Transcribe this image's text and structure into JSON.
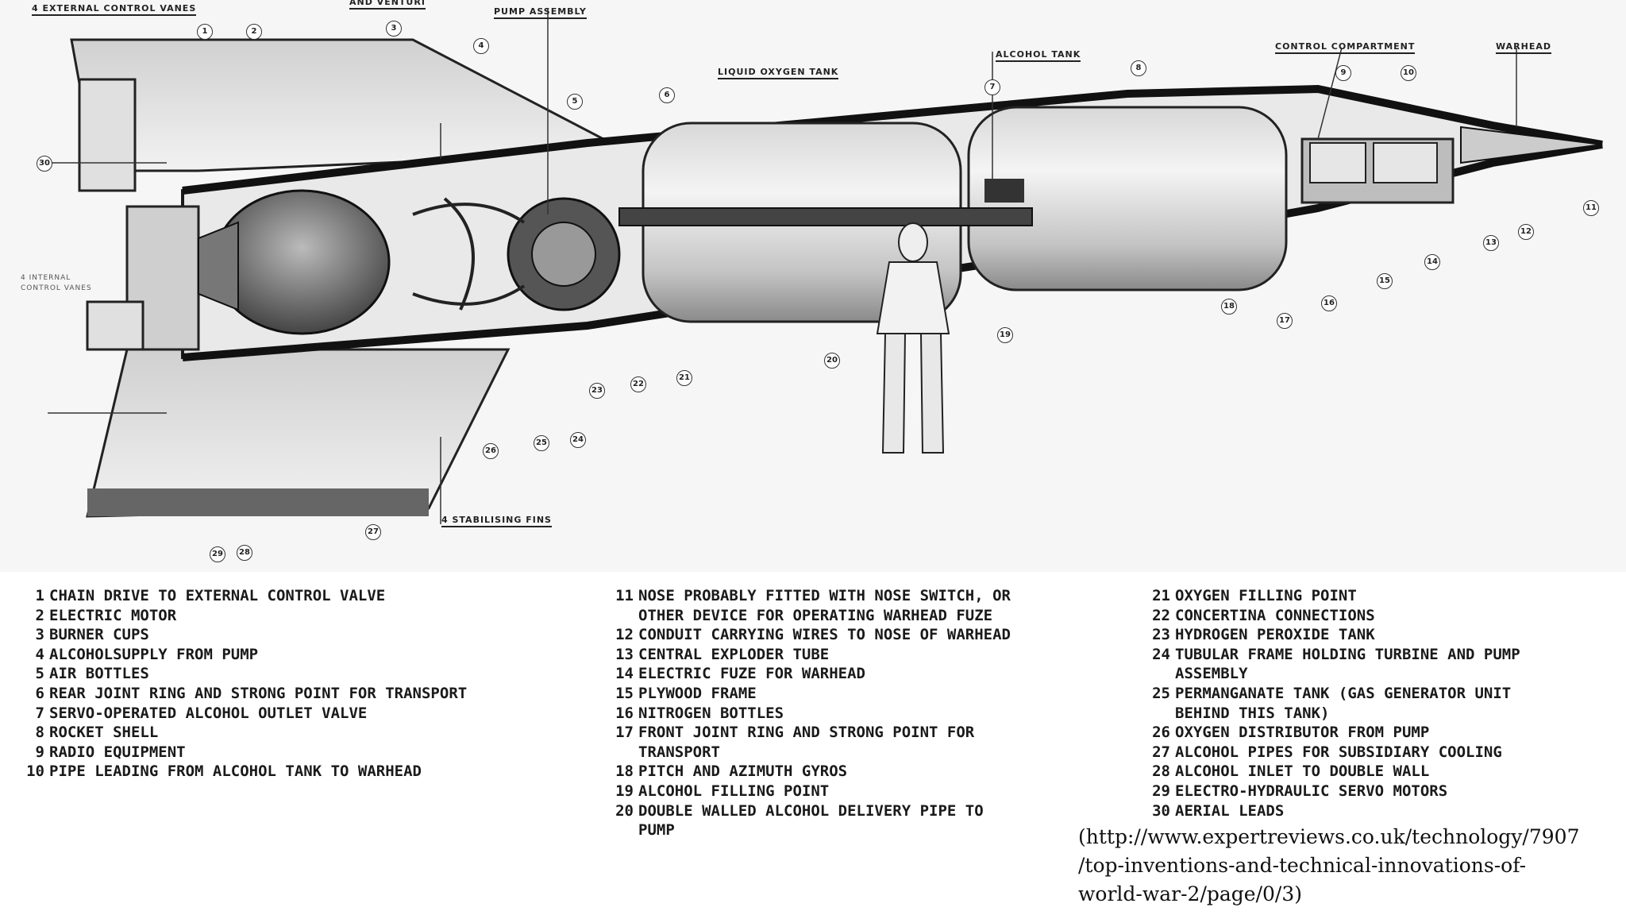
{
  "diagram": {
    "top_labels": [
      {
        "id": "ext-vanes",
        "text": "4 EXTERNAL CONTROL VANES"
      },
      {
        "id": "venturi",
        "text": "AND VENTURI"
      },
      {
        "id": "pump",
        "text": "PUMP ASSEMBLY"
      },
      {
        "id": "lox",
        "text": "LIQUID OXYGEN TANK"
      },
      {
        "id": "alcohol",
        "text": "ALCOHOL TANK"
      },
      {
        "id": "control",
        "text": "CONTROL COMPARTMENT"
      },
      {
        "id": "warhead",
        "text": "WARHEAD"
      },
      {
        "id": "fins",
        "text": "4 STABILISING FINS"
      }
    ],
    "side_labels": [
      {
        "id": "int-vanes",
        "line1": "4 INTERNAL",
        "line2": "CONTROL VANES"
      }
    ],
    "callouts": [
      "1",
      "2",
      "3",
      "4",
      "5",
      "6",
      "7",
      "8",
      "9",
      "10",
      "11",
      "12",
      "13",
      "14",
      "15",
      "16",
      "17",
      "18",
      "19",
      "20",
      "21",
      "22",
      "23",
      "24",
      "25",
      "26",
      "27",
      "28",
      "29",
      "30"
    ]
  },
  "legend": {
    "columns": [
      {
        "items": [
          {
            "num": "1",
            "lines": [
              "CHAIN DRIVE TO EXTERNAL CONTROL VALVE"
            ]
          },
          {
            "num": "2",
            "lines": [
              "ELECTRIC MOTOR"
            ]
          },
          {
            "num": "3",
            "lines": [
              "BURNER CUPS"
            ]
          },
          {
            "num": "4",
            "lines": [
              "ALCOHOLSUPPLY FROM PUMP"
            ]
          },
          {
            "num": "5",
            "lines": [
              "AIR BOTTLES"
            ]
          },
          {
            "num": "6",
            "lines": [
              "REAR JOINT RING AND STRONG POINT FOR TRANSPORT"
            ]
          },
          {
            "num": "7",
            "lines": [
              "SERVO-OPERATED ALCOHOL OUTLET VALVE"
            ]
          },
          {
            "num": "8",
            "lines": [
              "ROCKET SHELL"
            ]
          },
          {
            "num": "9",
            "lines": [
              "RADIO EQUIPMENT"
            ]
          },
          {
            "num": "10",
            "lines": [
              "PIPE LEADING FROM ALCOHOL TANK TO WARHEAD"
            ]
          }
        ]
      },
      {
        "items": [
          {
            "num": "11",
            "lines": [
              "NOSE PROBABLY FITTED WITH NOSE SWITCH, OR",
              "OTHER DEVICE FOR OPERATING WARHEAD FUZE"
            ]
          },
          {
            "num": "12",
            "lines": [
              "CONDUIT CARRYING WIRES TO NOSE OF WARHEAD"
            ]
          },
          {
            "num": "13",
            "lines": [
              "CENTRAL EXPLODER TUBE"
            ]
          },
          {
            "num": "14",
            "lines": [
              "ELECTRIC FUZE FOR WARHEAD"
            ]
          },
          {
            "num": "15",
            "lines": [
              "PLYWOOD FRAME"
            ]
          },
          {
            "num": "16",
            "lines": [
              "NITROGEN BOTTLES"
            ]
          },
          {
            "num": "17",
            "lines": [
              "FRONT JOINT RING AND STRONG POINT FOR",
              "TRANSPORT"
            ]
          },
          {
            "num": "18",
            "lines": [
              "PITCH AND AZIMUTH GYROS"
            ]
          },
          {
            "num": "19",
            "lines": [
              "ALCOHOL FILLING POINT"
            ]
          },
          {
            "num": "20",
            "lines": [
              "DOUBLE WALLED ALCOHOL DELIVERY PIPE TO",
              "PUMP"
            ]
          }
        ]
      },
      {
        "items": [
          {
            "num": "21",
            "lines": [
              "OXYGEN FILLING POINT"
            ]
          },
          {
            "num": "22",
            "lines": [
              "CONCERTINA CONNECTIONS"
            ]
          },
          {
            "num": "23",
            "lines": [
              "HYDROGEN PEROXIDE TANK"
            ]
          },
          {
            "num": "24",
            "lines": [
              "TUBULAR FRAME HOLDING TURBINE AND PUMP",
              "ASSEMBLY"
            ]
          },
          {
            "num": "25",
            "lines": [
              "PERMANGANATE TANK (GAS GENERATOR UNIT",
              "BEHIND THIS TANK)"
            ]
          },
          {
            "num": "26",
            "lines": [
              "OXYGEN DISTRIBUTOR FROM PUMP"
            ]
          },
          {
            "num": "27",
            "lines": [
              "ALCOHOL PIPES FOR SUBSIDIARY COOLING"
            ]
          },
          {
            "num": "28",
            "lines": [
              "ALCOHOL INLET TO DOUBLE WALL"
            ]
          },
          {
            "num": "29",
            "lines": [
              "ELECTRO-HYDRAULIC SERVO MOTORS"
            ]
          },
          {
            "num": "30",
            "lines": [
              "AERIAL LEADS"
            ]
          }
        ]
      }
    ]
  },
  "source": {
    "lines": [
      "(http://www.expertreviews.co.uk/technology/7907",
      "/top-inventions-and-technical-innovations-of-",
      "world-war-2/page/0/3)"
    ]
  }
}
